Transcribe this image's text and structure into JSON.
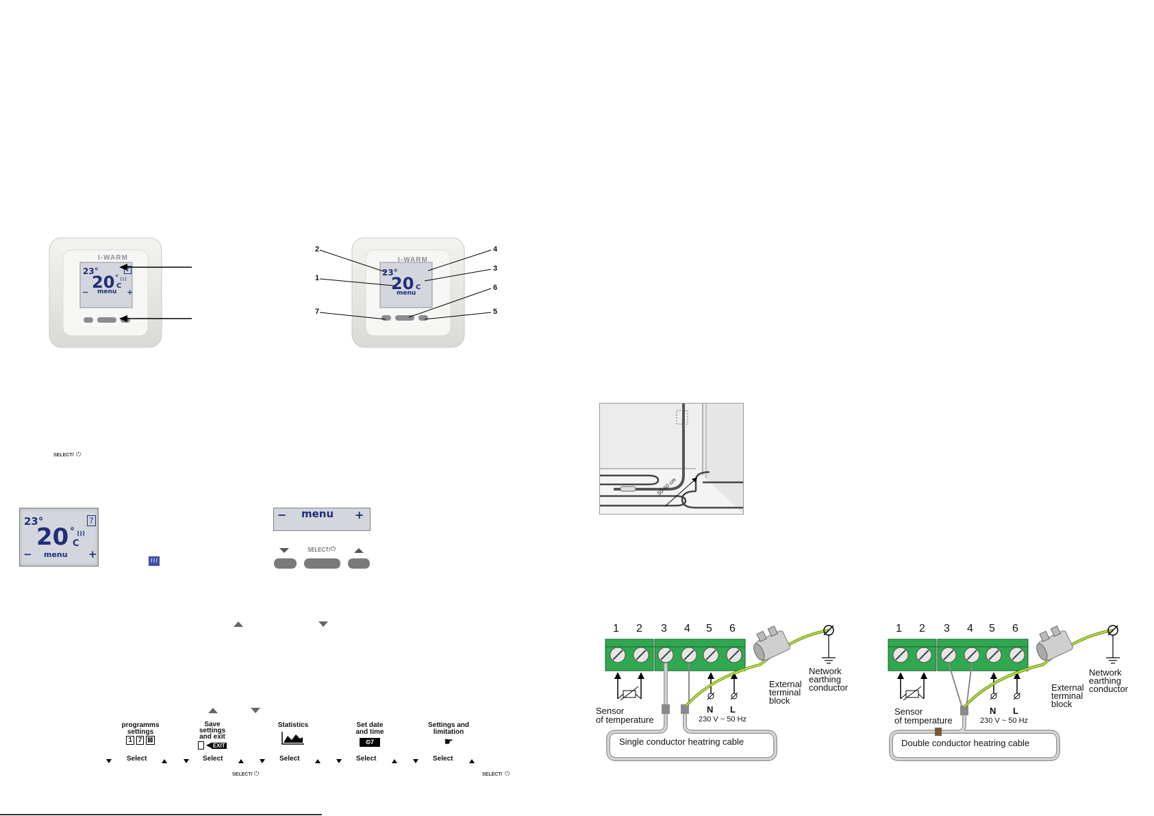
{
  "thermostat": {
    "brand": "I-WARM",
    "current_temp": "23°",
    "set_temp": "20",
    "unit_top": "°",
    "unit_bottom": "C",
    "menu_label": "menu",
    "minus": "−",
    "plus": "+",
    "program_day": "7",
    "select_label": "SELECT/"
  },
  "callouts": [
    "1",
    "2",
    "3",
    "4",
    "5",
    "6",
    "7"
  ],
  "menu_flow": {
    "items": [
      {
        "title_lines": [
          "programms",
          "settings"
        ],
        "select": "Select"
      },
      {
        "title_lines": [
          "Save",
          "settings",
          "and exit"
        ],
        "select": "Select",
        "exit_badge": "EXIT"
      },
      {
        "title_lines": [
          "Statistics"
        ],
        "select": "Select"
      },
      {
        "title_lines": [
          "Set date",
          "and time"
        ],
        "select": "Select"
      },
      {
        "title_lines": [
          "Settings and",
          "limitation"
        ],
        "select": "Select"
      }
    ],
    "program_icons": [
      "1",
      "7",
      "⊠"
    ]
  },
  "install_diagram": {
    "distance_label": "50-60 cm"
  },
  "wiring": [
    {
      "terminals": [
        "1",
        "2",
        "3",
        "4",
        "5",
        "6"
      ],
      "n_label": "N",
      "l_label": "L",
      "voltage": "230 V ~ 50 Hz",
      "sensor_lines": [
        "Sensor",
        "of temperature"
      ],
      "block_lines": [
        "External",
        "terminal",
        "block"
      ],
      "earth_lines": [
        "Network",
        "earthing",
        "conductor"
      ],
      "cable_label": "Single conductor heatring cable"
    },
    {
      "terminals": [
        "1",
        "2",
        "3",
        "4",
        "5",
        "6"
      ],
      "n_label": "N",
      "l_label": "L",
      "voltage": "230 V ~ 50 Hz",
      "sensor_lines": [
        "Sensor",
        "of temperature"
      ],
      "block_lines": [
        "External",
        "terminal",
        "block"
      ],
      "earth_lines": [
        "Network",
        "earthing",
        "conductor"
      ],
      "cable_label": "Double conductor heatring cable"
    }
  ],
  "colors": {
    "lcd_text": "#1f2f7a",
    "lcd_bg": "#d3d6dc",
    "terminal_green": "#2fa84f",
    "wire_yellow": "#c8d82a",
    "cable_grey": "#9a9a9a"
  }
}
